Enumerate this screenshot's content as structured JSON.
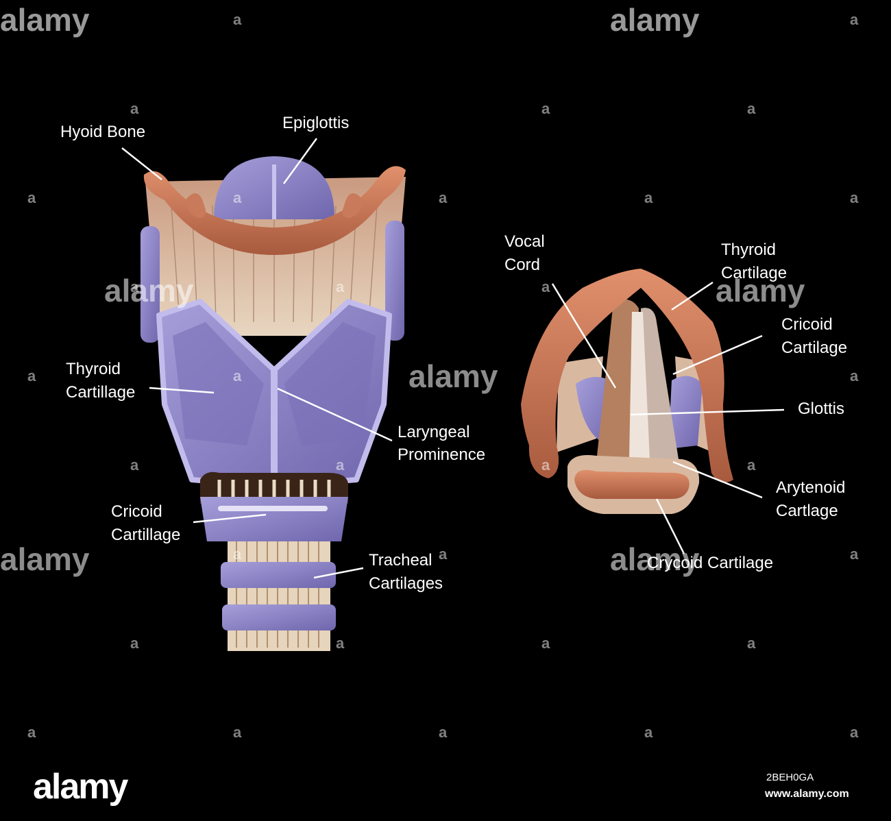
{
  "watermark": "alamy",
  "colors": {
    "background": "#000000",
    "cartilage": "#8f88c8",
    "bone": "#c97a5a",
    "tissue": "#d9c0a8",
    "label": "#ffffff"
  },
  "front_view": {
    "labels": {
      "hyoid_bone": "Hyoid Bone",
      "epiglottis": "Epiglottis",
      "thyroid_line1": "Thyroid",
      "thyroid_line2": "Cartillage",
      "laryngeal_line1": "Laryngeal",
      "laryngeal_line2": "Prominence",
      "cricoid_line1": "Cricoid",
      "cricoid_line2": "Cartillage",
      "tracheal_line1": "Tracheal",
      "tracheal_line2": "Cartilages"
    }
  },
  "top_view": {
    "labels": {
      "vocal_line1": "Vocal",
      "vocal_line2": "Cord",
      "thyroid_line1": "Thyroid",
      "thyroid_line2": "Cartilage",
      "cricoid_line1": "Cricoid",
      "cricoid_line2": "Cartilage",
      "glottis": "Glottis",
      "arytenoid_line1": "Arytenoid",
      "arytenoid_line2": "Cartlage",
      "crycoid": "Crycoid Cartilage"
    }
  },
  "footer": {
    "logo": "alamy",
    "image_id": "2BEH0GA",
    "url": "www.alamy.com"
  }
}
